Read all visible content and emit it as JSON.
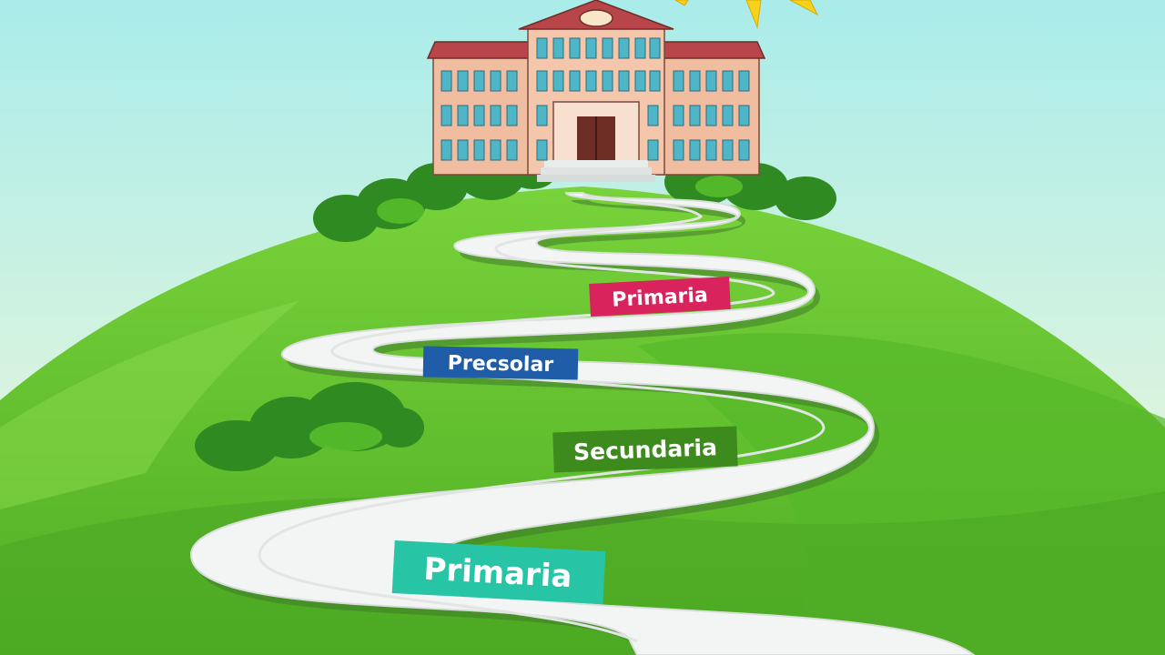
{
  "scene": {
    "colors": {
      "sky_top": "#a9ecea",
      "sky_bottom": "#f7f8d8",
      "hill_light": "#78d23a",
      "hill_mid": "#5cbf2a",
      "hill_dark": "#3f9a1f",
      "bush": "#2f8a22",
      "road": "#f3f5f4",
      "road_edge": "#4e7a34",
      "building_wall": "#f1bda0",
      "roof": "#b8454a",
      "window": "#4fb6c8",
      "door": "#6e2e26",
      "sun": "#f7d21a"
    },
    "icons": [
      "school-building-icon",
      "sun-icon"
    ]
  },
  "labels": {
    "top_primaria": {
      "text": "Primaria",
      "color": "#d8235c"
    },
    "preescolar": {
      "text": "Precsolar",
      "color": "#1f5da8"
    },
    "secundaria": {
      "text": "Secundaria",
      "color": "#3d8a1d"
    },
    "bottom_primaria": {
      "text": "Primaria",
      "color": "#28c4a6"
    }
  }
}
